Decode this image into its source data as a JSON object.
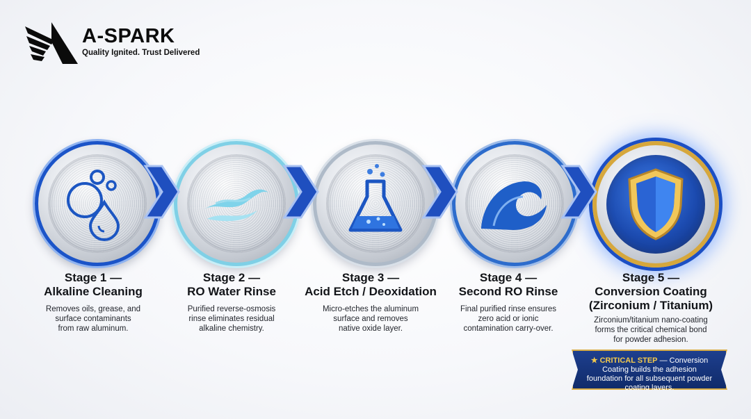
{
  "brand": {
    "name": "A-SPARK",
    "tagline": "Quality Ignited. Trust Delivered"
  },
  "stages": [
    {
      "title": "Stage 1 —\nAlkaline Cleaning",
      "desc": "Removes oils, grease, and\nsurface contaminants\nfrom raw aluminum.",
      "icon": "bubbles-drop-icon"
    },
    {
      "title": "Stage 2 —\nRO Water Rinse",
      "desc": "Purified reverse-osmosis\nrinse eliminates residual\nalkaline chemistry.",
      "icon": "water-swirl-icon"
    },
    {
      "title": "Stage 3 —\nAcid Etch / Deoxidation",
      "desc": "Micro-etches the aluminum\nsurface and removes\nnative oxide layer.",
      "icon": "flask-icon"
    },
    {
      "title": "Stage 4 —\nSecond RO Rinse",
      "desc": "Final purified rinse ensures\nzero acid or ionic\ncontamination carry-over.",
      "icon": "wave-icon"
    },
    {
      "title": "Stage 5 —\nConversion Coating\n(Zirconium / Titanium)",
      "desc": "Zirconium/titanium nano-coating\nforms the critical chemical bond\nfor powder adhesion.",
      "icon": "shield-icon"
    }
  ],
  "critical": {
    "label": "★ CRITICAL STEP",
    "text": " — Conversion Coating builds the adhesion foundation for all subsequent powder coating layers."
  },
  "colors": {
    "accent_blue": "#1b54c8",
    "gold": "#d6a73c",
    "banner_bg": "#102b6a"
  }
}
